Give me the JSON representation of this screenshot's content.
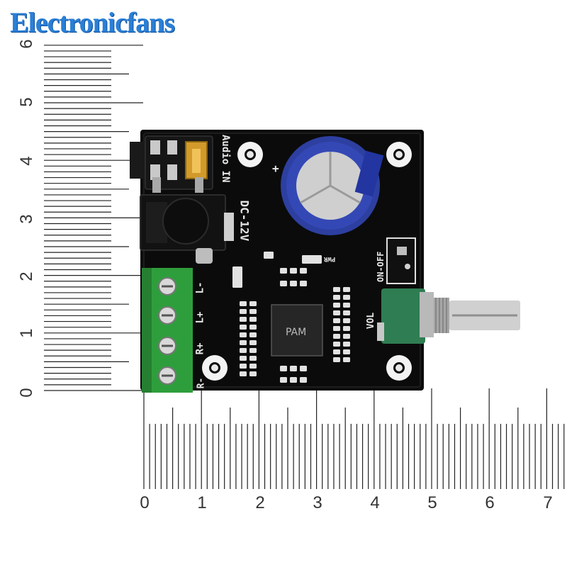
{
  "watermark": {
    "text": "Electronicfans",
    "color": "#2a7fd6"
  },
  "ruler_vertical": {
    "labels": [
      "0",
      "1",
      "2",
      "3",
      "4",
      "5",
      "6"
    ]
  },
  "ruler_horizontal": {
    "labels": [
      "0",
      "1",
      "2",
      "3",
      "4",
      "5",
      "6",
      "7"
    ]
  },
  "board": {
    "color": "#0b0b0b",
    "silkscreen": {
      "audio_in": "Audio IN",
      "dc": "DC-12V",
      "on_off": "ON-OFF",
      "pwr": "PWR",
      "vol": "VOL",
      "l_minus": "L-",
      "l_plus": "L+",
      "r_plus": "R+",
      "r_minus": "R-",
      "plus": "+"
    },
    "terminal_color": "#2e9e3c",
    "capacitor_color": "#2d3fa0",
    "potentiometer_color": "#2f7d52"
  }
}
